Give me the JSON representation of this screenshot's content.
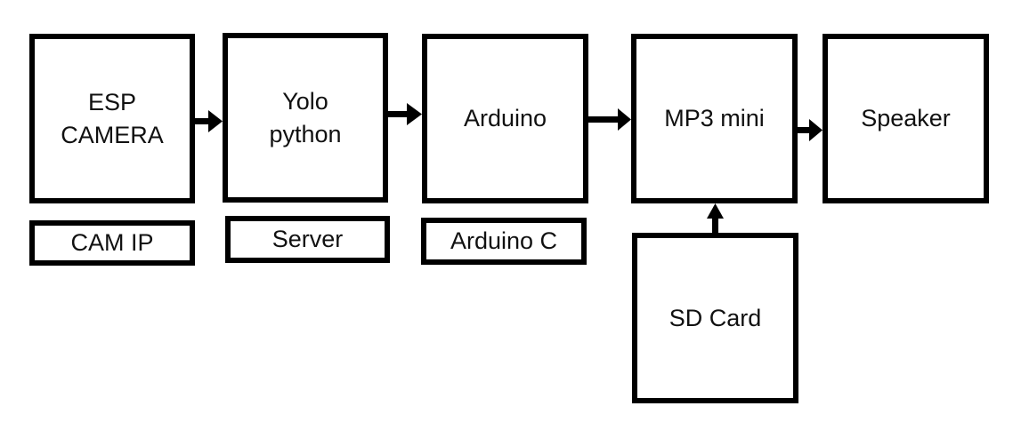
{
  "diagram": {
    "blocks": [
      {
        "id": "esp-camera",
        "label": "ESP\nCAMERA"
      },
      {
        "id": "yolo-python",
        "label": "Yolo\npython"
      },
      {
        "id": "arduino",
        "label": "Arduino"
      },
      {
        "id": "mp3-mini",
        "label": "MP3 mini"
      },
      {
        "id": "speaker",
        "label": "Speaker"
      },
      {
        "id": "sd-card",
        "label": "SD Card"
      }
    ],
    "sublabels": [
      {
        "for": "esp-camera",
        "label": "CAM IP"
      },
      {
        "for": "yolo-python",
        "label": "Server"
      },
      {
        "for": "arduino",
        "label": "Arduino C"
      }
    ],
    "edges": [
      {
        "from": "esp-camera",
        "to": "yolo-python"
      },
      {
        "from": "yolo-python",
        "to": "arduino"
      },
      {
        "from": "arduino",
        "to": "mp3-mini"
      },
      {
        "from": "mp3-mini",
        "to": "speaker"
      },
      {
        "from": "sd-card",
        "to": "mp3-mini"
      }
    ]
  }
}
